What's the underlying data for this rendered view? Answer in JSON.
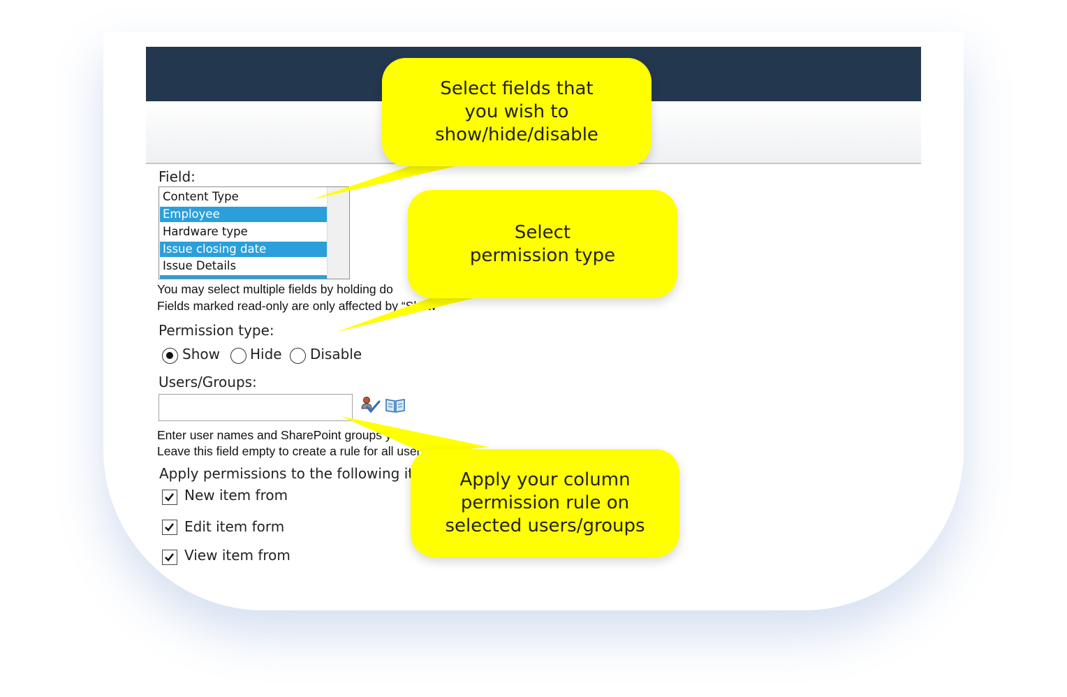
{
  "form": {
    "field_label": "Field:",
    "field_options": [
      {
        "label": "Content Type",
        "selected": false
      },
      {
        "label": "Employee",
        "selected": true
      },
      {
        "label": "Hardware type",
        "selected": false
      },
      {
        "label": "Issue closing date",
        "selected": true
      },
      {
        "label": "Issue Details",
        "selected": false
      }
    ],
    "field_help_1": "You may select multiple fields by holding do",
    "field_help_2": "Fields marked read-only are only affected by “Show",
    "permission_label": "Permission type:",
    "permission_options": [
      {
        "label": "Show",
        "checked": true
      },
      {
        "label": "Hide",
        "checked": false
      },
      {
        "label": "Disable",
        "checked": false
      }
    ],
    "users_label": "Users/Groups:",
    "users_value": "",
    "users_help_1": "Enter user names and SharePoint groups y",
    "users_help_2": "Leave this field empty to create a rule for all users",
    "apply_label": "Apply permissions to the following ite",
    "apply_options": [
      {
        "label": "New item from",
        "checked": true
      },
      {
        "label": "Edit item form",
        "checked": true
      },
      {
        "label": "View item from",
        "checked": true
      }
    ]
  },
  "icons": {
    "check_names": "check-names-icon",
    "address_book": "address-book-icon"
  },
  "callouts": {
    "fields": "Select fields that\nyou wish to\nshow/hide/disable",
    "permission": "Select\npermission type",
    "users": "Apply your column\npermission rule on\nselected users/groups"
  },
  "colors": {
    "topbar": "#23384f",
    "selection": "#2a9fdb",
    "callout": "#ffff00"
  }
}
